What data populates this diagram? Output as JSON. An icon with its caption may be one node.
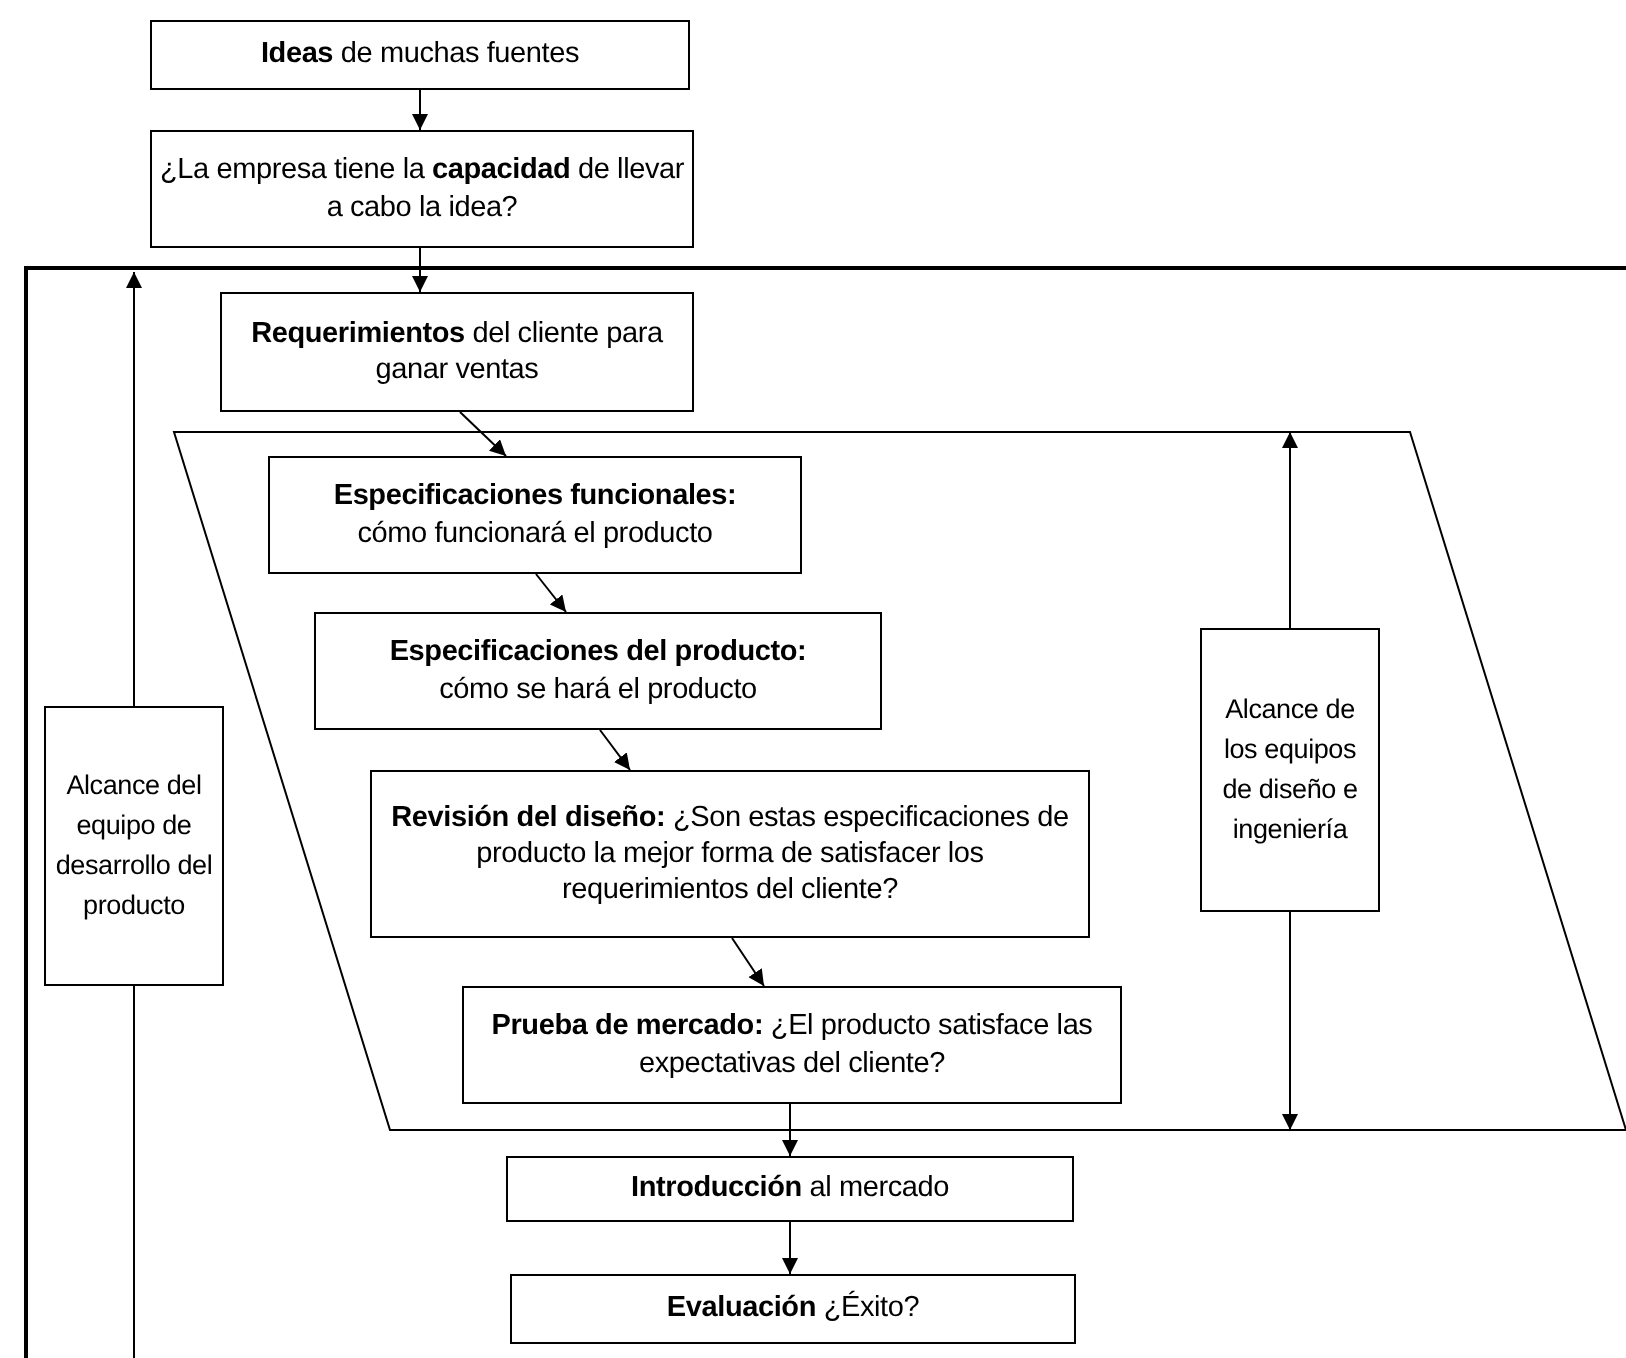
{
  "diagram": {
    "nodes": [
      {
        "text": [
          "**Ideas** de muchas fuentes"
        ]
      },
      {
        "text": [
          "¿La empresa tiene la **capacidad** de llevar a cabo la idea?"
        ]
      },
      {
        "text": [],
        "shape": "box"
      },
      {
        "text": [
          "**Requerimientos** del cliente para ganar ventas"
        ],
        "in": 2
      },
      {
        "text": [],
        "shape": "parallelogram",
        "in": 2
      },
      {
        "text": [
          "Especificaciones funcionales:",
          "cómo funcionará el producto"
        ],
        "in": 4
      },
      {
        "text": [
          "Especificaciones del producto:",
          "cómo se hará el producto"
        ],
        "in": 4
      },
      {
        "text": [
          "**Revisión del diseño:** ¿Son estas especificaciones de producto la mejor forma de satisfacer los requerimientos del cliente?"
        ],
        "in": 4
      },
      {
        "text": [
          "**Prueba de mercado:** ¿El producto satisface las expectativas del cliente?"
        ],
        "in": 4
      },
      {
        "text": [
          "Alcance de los equipos de diseño e ingeniería"
        ],
        "in": 4
      },
      {
        "text": [
          "Alcance del equipo de desarrollo del producto"
        ],
        "in": 2
      },
      {
        "text": [
          "**Introducción** al mercado"
        ],
        "in": 2
      },
      {
        "text": [
          "**Evaluación** ¿Éxito?"
        ],
        "in": 2
      }
    ],
    "edges": [
      {
        "from": 0,
        "to": 1,
        "arrow": "to"
      },
      {
        "from": 1,
        "to": 3,
        "arrow": "to"
      },
      {
        "from": 3,
        "to": 5,
        "arrow": "to"
      },
      {
        "from": 5,
        "to": 6,
        "arrow": "to"
      },
      {
        "from": 6,
        "to": 7,
        "arrow": "to"
      },
      {
        "from": 7,
        "to": 8,
        "arrow": "to"
      },
      {
        "from": 8,
        "to": 11,
        "arrow": "to"
      },
      {
        "from": 11,
        "to": 12,
        "arrow": "to"
      },
      {
        "from": 9,
        "to": 4,
        "arrow": "to"
      },
      {
        "from": 9,
        "to": 4,
        "arrow": "to"
      },
      {
        "from": 10,
        "to": 2,
        "arrow": "to"
      },
      {
        "from": 10,
        "to": null,
        "arrow": "none"
      }
    ]
  }
}
